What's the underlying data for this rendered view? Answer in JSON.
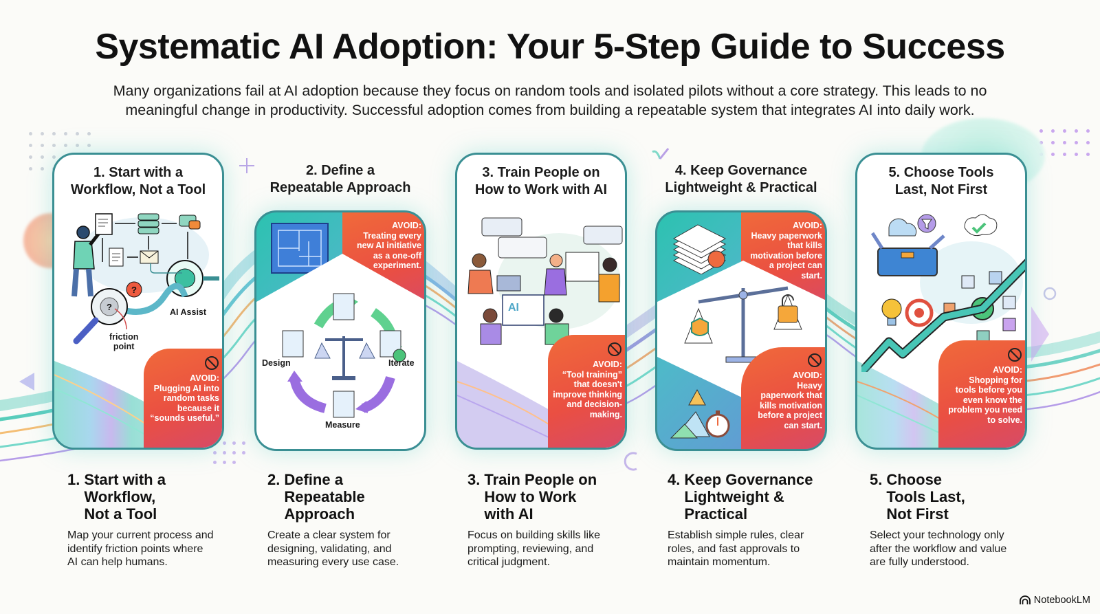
{
  "header": {
    "title": "Systematic AI Adoption: Your 5-Step Guide to Success",
    "subtitle_line1": "Many organizations fail at AI adoption because they focus on random tools and isolated pilots without a core strategy. This leads to no",
    "subtitle_line2": "meaningful change in productivity. Successful adoption comes from building a repeatable system that integrates AI into daily work."
  },
  "colors": {
    "card_border": "#3a8f93",
    "avoid_start": "#f06a3a",
    "avoid_end": "#d54a6b",
    "teal": "#2cc2b0",
    "purple": "#9b6fe0",
    "background": "#fbfbf8"
  },
  "cards": [
    {
      "title_line1": "1. Start with a",
      "title_line2": "Workflow, Not a Tool",
      "labels": {
        "friction": "friction",
        "friction2": "point",
        "assist": "AI Assist"
      },
      "avoid_heading": "AVOID:",
      "avoid_lines": [
        "Plugging AI into",
        "random tasks",
        "because it",
        "“sounds useful.”"
      ],
      "icon": "workflow-diagram-icon"
    },
    {
      "title_line1": "2. Define a",
      "title_line2": "Repeatable Approach",
      "avoid_heading": "AVOID:",
      "avoid_lines": [
        "Treating every",
        "new AI initiative",
        "as a one-off",
        "experiment."
      ],
      "cycle": {
        "design": "Design",
        "iterate": "Iterate",
        "measure": "Measure"
      },
      "icon": "blueprint-cycle-icon"
    },
    {
      "title_line1": "3. Train People on",
      "title_line2": "How to Work with AI",
      "screen_text": "AI",
      "avoid_heading": "AVOID:",
      "avoid_lines": [
        "“Tool training”",
        "that doesn't",
        "improve thinking",
        "and decision-",
        "making."
      ],
      "icon": "people-training-icon"
    },
    {
      "title_line1": "4. Keep Governance",
      "title_line2": "Lightweight & Practical",
      "avoid_heading": "AVOID:",
      "avoid_lines": [
        "Heavy paperwork",
        "that kills",
        "motivation before",
        "a project can",
        "start."
      ],
      "avoid2_heading": "AVOID:",
      "avoid2_lines": [
        "Heavy",
        "paperwork that",
        "kills motivation",
        "before a project",
        "can start."
      ],
      "icon": "balance-scale-icon"
    },
    {
      "title_line1": "5. Choose Tools",
      "title_line2": "Last, Not First",
      "avoid_heading": "AVOID:",
      "avoid_lines": [
        "Shopping for",
        "tools before you",
        "even know the",
        "problem you need",
        "to solve."
      ],
      "icon": "toolbox-growth-icon"
    }
  ],
  "steps": [
    {
      "num": "1.",
      "head": [
        "Start with a",
        "Workflow,",
        "Not a Tool"
      ],
      "body": [
        "Map your current process and",
        "identify friction points where",
        "AI can help humans."
      ]
    },
    {
      "num": "2.",
      "head": [
        "Define a",
        "Repeatable",
        "Approach"
      ],
      "body": [
        "Create a clear system for",
        "designing, validating, and",
        "measuring every use case."
      ]
    },
    {
      "num": "3.",
      "head": [
        "Train People on",
        "How to Work",
        "with AI"
      ],
      "body": [
        "Focus on building skills like",
        "prompting, reviewing, and",
        "critical judgment."
      ]
    },
    {
      "num": "4.",
      "head": [
        "Keep Governance",
        "Lightweight &",
        "Practical"
      ],
      "body": [
        "Establish simple rules, clear",
        "roles, and fast approvals to",
        "maintain momentum."
      ]
    },
    {
      "num": "5.",
      "head": [
        "Choose",
        "Tools Last,",
        "Not First"
      ],
      "body": [
        "Select your technology only",
        "after the workflow and value",
        "are fully understood."
      ]
    }
  ],
  "footer": {
    "brand": "NotebookLM"
  }
}
